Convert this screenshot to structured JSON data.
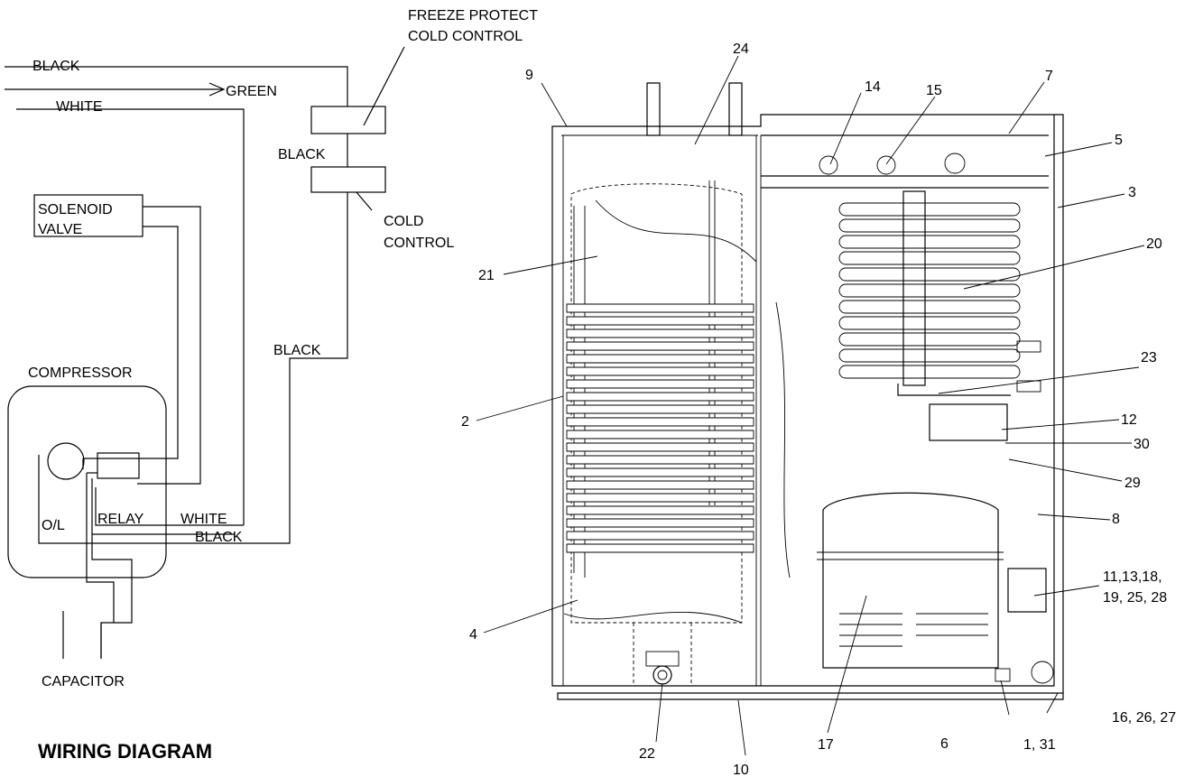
{
  "wiring": {
    "title": "WIRING DIAGRAM",
    "labels": {
      "black_top": "BLACK",
      "green": "GREEN",
      "white_top": "WHITE",
      "freeze_protect": "FREEZE PROTECT",
      "cold_control_1": "COLD CONTROL",
      "black_mid": "BLACK",
      "cold": "COLD",
      "control": "CONTROL",
      "solenoid": "SOLENOID",
      "valve": "VALVE",
      "black_lower": "BLACK",
      "compressor": "COMPRESSOR",
      "ol": "O/L",
      "relay": "RELAY",
      "white_bottom": "WHITE",
      "black_bottom": "BLACK",
      "capacitor": "CAPACITOR"
    }
  },
  "parts": {
    "callouts": [
      "9",
      "24",
      "14",
      "15",
      "7",
      "5",
      "3",
      "20",
      "21",
      "2",
      "23",
      "12",
      "30",
      "29",
      "8",
      "11,13,18,",
      "19, 25, 28",
      "4",
      "22",
      "10",
      "17",
      "6",
      "1, 31",
      "16, 26, 27"
    ]
  }
}
